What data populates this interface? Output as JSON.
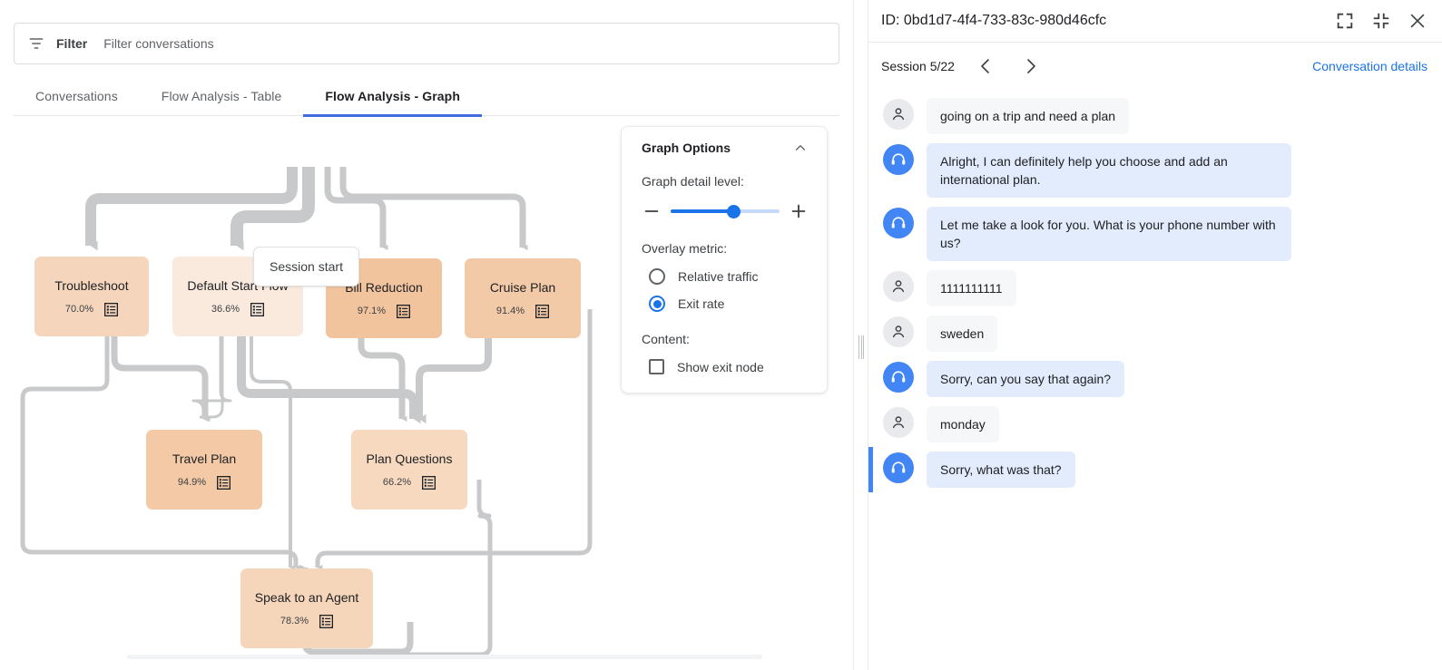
{
  "filter": {
    "label": "Filter",
    "placeholder": "Filter conversations",
    "value": ""
  },
  "tabs": [
    {
      "label": "Conversations",
      "active": false
    },
    {
      "label": "Flow Analysis - Table",
      "active": false
    },
    {
      "label": "Flow Analysis - Graph",
      "active": true
    }
  ],
  "graph": {
    "start_node_label": "Session start",
    "nodes": [
      {
        "id": "troubleshoot",
        "label": "Troubleshoot",
        "rate": "70.0%"
      },
      {
        "id": "default-start-flow",
        "label": "Default Start Flow",
        "rate": "36.6%"
      },
      {
        "id": "bill-reduction",
        "label": "Bill Reduction",
        "rate": "97.1%"
      },
      {
        "id": "cruise-plan",
        "label": "Cruise Plan",
        "rate": "91.4%"
      },
      {
        "id": "travel-plan",
        "label": "Travel Plan",
        "rate": "94.9%"
      },
      {
        "id": "plan-questions",
        "label": "Plan Questions",
        "rate": "66.2%"
      },
      {
        "id": "speak-to-an-agent",
        "label": "Speak to an Agent",
        "rate": "78.3%"
      }
    ]
  },
  "graph_options": {
    "title": "Graph Options",
    "detail_level_label": "Graph detail level:",
    "detail_level_value": 58,
    "overlay_metric_label": "Overlay metric:",
    "overlay_options": [
      {
        "label": "Relative traffic",
        "selected": false
      },
      {
        "label": "Exit rate",
        "selected": true
      }
    ],
    "content_label": "Content:",
    "content_options": [
      {
        "label": "Show exit node",
        "checked": false
      }
    ],
    "decrease_label": "−",
    "increase_label": "+"
  },
  "right_panel": {
    "id_text": "ID: 0bd1d7-4f4-733-83c-980d46cfc",
    "session_text": "Session 5/22",
    "details_link": "Conversation details",
    "messages": [
      {
        "sender": "user",
        "text": "going on a trip and need a plan",
        "highlight": false
      },
      {
        "sender": "agent",
        "text": "Alright, I can definitely help you choose and add an international plan.",
        "highlight": false
      },
      {
        "sender": "agent",
        "text": "Let me take a look for you. What is your phone number with us?",
        "highlight": false
      },
      {
        "sender": "user",
        "text": "1111111111",
        "highlight": false
      },
      {
        "sender": "user",
        "text": "sweden",
        "highlight": false
      },
      {
        "sender": "agent",
        "text": "Sorry, can you say that again?",
        "highlight": false
      },
      {
        "sender": "user",
        "text": "monday",
        "highlight": false
      },
      {
        "sender": "agent",
        "text": "Sorry, what was that?",
        "highlight": true
      }
    ]
  },
  "colors": {
    "accent": "#1a73e8",
    "tab_underline": "#4169e1",
    "edge": "#c8c9cb",
    "agent_bubble": "#e3ecfd",
    "user_bubble": "#f6f7f9",
    "node_fills": {
      "troubleshoot": "#f5d6bd",
      "default-start-flow": "#faeade",
      "bill-reduction": "#f2c49e",
      "cruise-plan": "#f3caa8",
      "travel-plan": "#f3c9a6",
      "plan-questions": "#f7d9c0",
      "speak-to-an-agent": "#f6d6bb"
    }
  }
}
